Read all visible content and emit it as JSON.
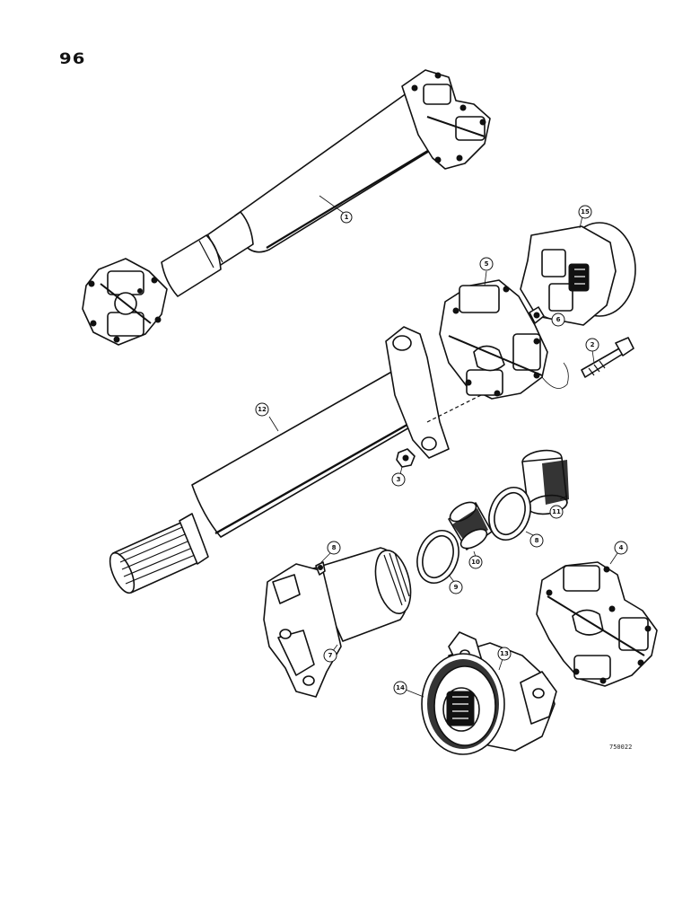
{
  "page": {
    "page_number": "96",
    "drawing_id": "750022"
  },
  "callouts": [
    {
      "id": "1",
      "part": "drive-shaft-assembly"
    },
    {
      "id": "15",
      "part": "flange-yoke-upper"
    },
    {
      "id": "5",
      "part": "universal-joint-upper"
    },
    {
      "id": "6",
      "part": "grease-fitting-upper"
    },
    {
      "id": "2",
      "part": "bolt"
    },
    {
      "id": "12",
      "part": "shaft-yoke"
    },
    {
      "id": "3",
      "part": "nut"
    },
    {
      "id": "11",
      "part": "dust-cap"
    },
    {
      "id": "8",
      "part": "washer"
    },
    {
      "id": "10",
      "part": "seal"
    },
    {
      "id": "9",
      "part": "washer-lower"
    },
    {
      "id": "8b",
      "label": "8",
      "part": "grease-fitting-lower"
    },
    {
      "id": "7",
      "part": "sleeve-yoke"
    },
    {
      "id": "4",
      "part": "universal-joint-lower"
    },
    {
      "id": "13",
      "part": "flange-yoke-lower"
    },
    {
      "id": "14",
      "part": "flange"
    }
  ],
  "labels": {
    "c1": "1",
    "c15": "15",
    "c5": "5",
    "c6": "6",
    "c2": "2",
    "c12": "12",
    "c3": "3",
    "c11": "11",
    "c8": "8",
    "c10": "10",
    "c9": "9",
    "c8b": "8",
    "c7": "7",
    "c4": "4",
    "c13": "13",
    "c14": "14"
  }
}
